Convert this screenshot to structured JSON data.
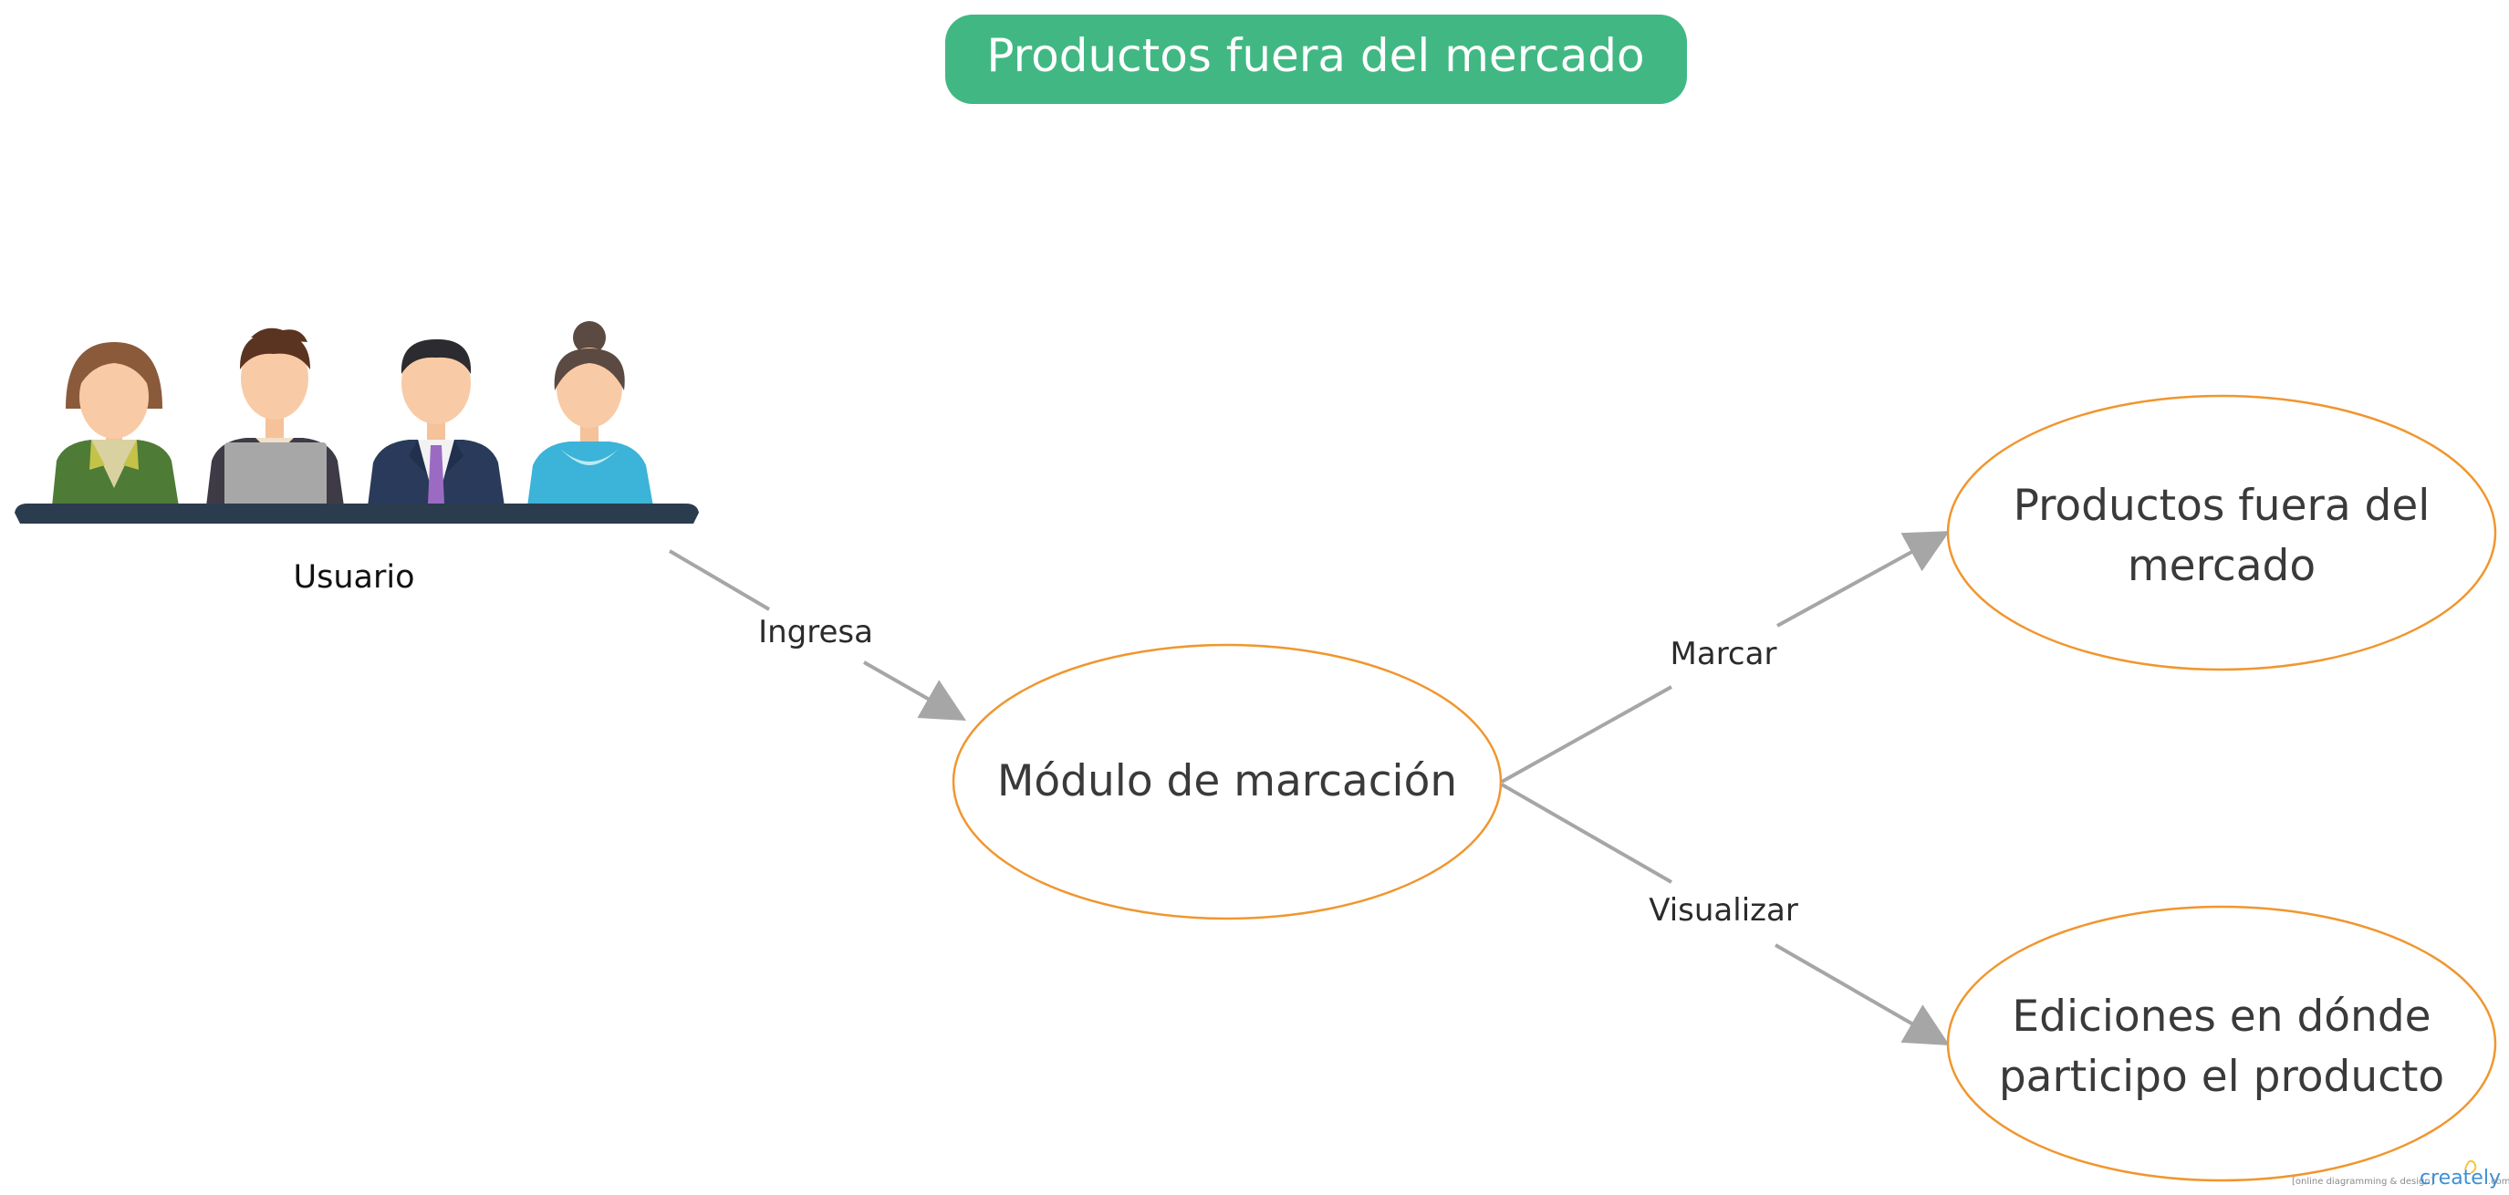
{
  "title": "Productos fuera del mercado",
  "actor": {
    "label": "Usuario"
  },
  "nodes": {
    "modulo": {
      "label": "Módulo de marcación"
    },
    "productos": {
      "line1": "Productos fuera del",
      "line2": "mercado"
    },
    "ediciones": {
      "line1": "Ediciones en dónde",
      "line2": "participo el producto"
    }
  },
  "edges": {
    "ingresa": "Ingresa",
    "marcar": "Marcar",
    "visualizar": "Visualizar"
  },
  "watermark": {
    "tagline": "[online diagramming & design]",
    "brand": "creately",
    "suffix": ".com"
  },
  "colors": {
    "title_fill": "#41b883",
    "ellipse_stroke": "#f0962e",
    "edge_stroke": "#a6a6a6"
  }
}
